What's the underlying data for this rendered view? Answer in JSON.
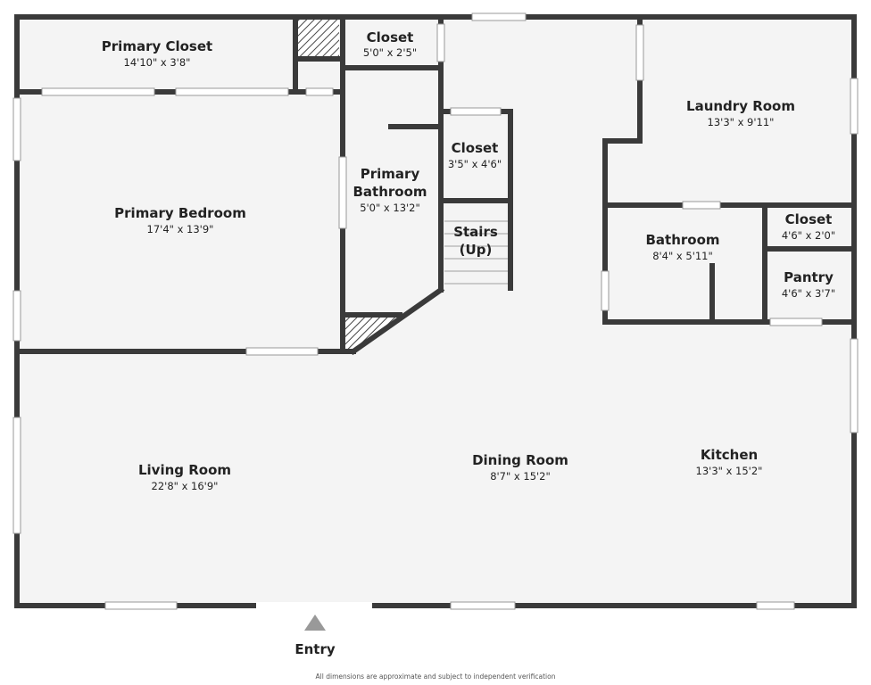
{
  "colors": {
    "wall": "#3a3a3a",
    "floor": "#f4f4f4",
    "opening": "#ffffff",
    "entry_arrow": "#999999"
  },
  "rooms": {
    "primary_closet": {
      "name": "Primary Closet",
      "dim": "14'10\" x 3'8\""
    },
    "closet_top": {
      "name": "Closet",
      "dim": "5'0\" x 2'5\""
    },
    "primary_bedroom": {
      "name": "Primary Bedroom",
      "dim": "17'4\" x 13'9\""
    },
    "primary_bathroom": {
      "name_line1": "Primary",
      "name_line2": "Bathroom",
      "dim": "5'0\" x 13'2\""
    },
    "closet_mid": {
      "name": "Closet",
      "dim": "3'5\" x 4'6\""
    },
    "stairs": {
      "name_line1": "Stairs",
      "name_line2": "(Up)"
    },
    "laundry_room": {
      "name": "Laundry Room",
      "dim": "13'3\" x 9'11\""
    },
    "bathroom": {
      "name": "Bathroom",
      "dim": "8'4\" x 5'11\""
    },
    "closet_right": {
      "name": "Closet",
      "dim": "4'6\" x 2'0\""
    },
    "pantry": {
      "name": "Pantry",
      "dim": "4'6\" x 3'7\""
    },
    "living_room": {
      "name": "Living Room",
      "dim": "22'8\" x 16'9\""
    },
    "dining_room": {
      "name": "Dining Room",
      "dim": "8'7\" x 15'2\""
    },
    "kitchen": {
      "name": "Kitchen",
      "dim": "13'3\" x 15'2\""
    }
  },
  "entry": {
    "label": "Entry"
  },
  "disclaimer": "All dimensions are approximate and subject to independent verification"
}
